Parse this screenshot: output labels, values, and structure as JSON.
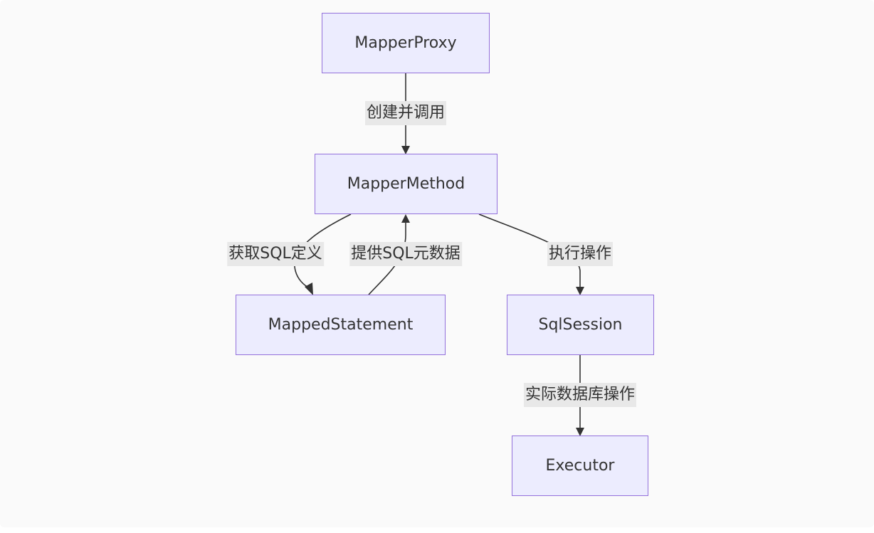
{
  "diagram": {
    "nodes": {
      "mapper_proxy": "MapperProxy",
      "mapper_method": "MapperMethod",
      "mapped_statement": "MappedStatement",
      "sql_session": "SqlSession",
      "executor": "Executor"
    },
    "edges": {
      "proxy_to_method": "创建并调用",
      "method_to_statement": "获取SQL定义",
      "statement_to_method": "提供SQL元数据",
      "method_to_session": "执行操作",
      "session_to_executor": "实际数据库操作"
    }
  },
  "colors": {
    "node_fill": "#ececfe",
    "node_border": "#9370db",
    "edge": "#333333",
    "label_bg": "#e8e8e8",
    "background": "#fafafa"
  }
}
